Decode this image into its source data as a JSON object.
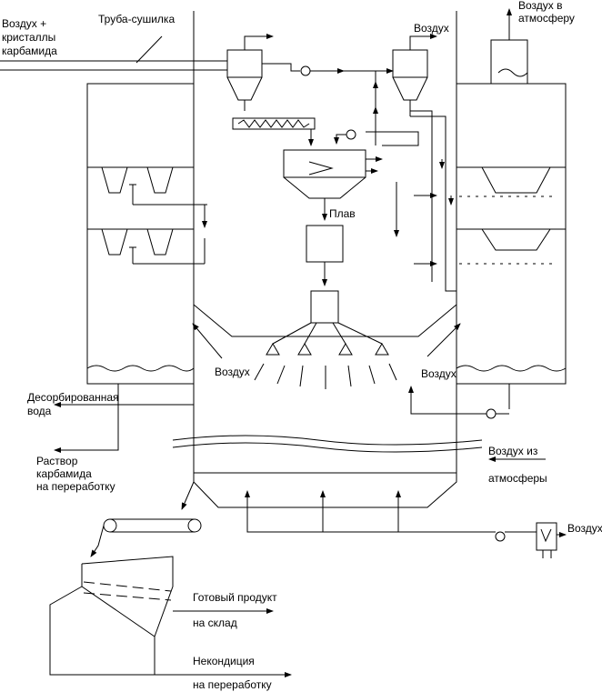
{
  "labels": {
    "air_crystals_1": "Воздух +",
    "air_crystals_2": "кристаллы",
    "air_crystals_3": "карбамида",
    "dryer_pipe": "Труба-сушилка",
    "air_top": "Воздух",
    "air_atm_1": "Воздух в",
    "air_atm_2": "атмосферу",
    "melt": "Плав",
    "air_left": "Воздух",
    "air_right": "Воздух",
    "desorbed_1": "Десорбированная",
    "desorbed_2": "вода",
    "solution_1": "Раствор",
    "solution_2": "карбамида",
    "solution_3": "на переработку",
    "air_from_1": "Воздух из",
    "air_from_2": "атмосферы",
    "air_in": "Воздух",
    "product_1": "Готовый продукт",
    "product_2": "на склад",
    "offspec_1": "Некондиция",
    "offspec_2": "на переработку"
  }
}
